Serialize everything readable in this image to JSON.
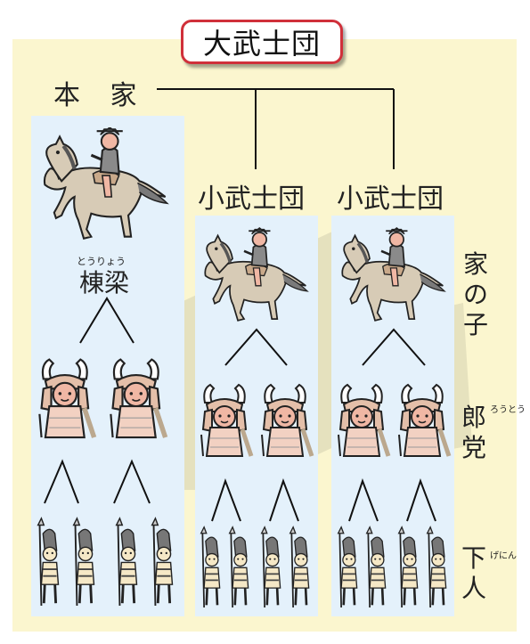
{
  "title": "大武士団",
  "honke": "本 家",
  "small_groups": [
    "小武士団",
    "小武士団"
  ],
  "touryou": {
    "kanji": "棟梁",
    "ruby": "とうりょう"
  },
  "side_labels": {
    "ienoko": "家の子",
    "routou": {
      "kanji": "郎党",
      "ruby": "ろうとう"
    },
    "genin": {
      "kanji": "下人",
      "ruby": "げにん"
    }
  },
  "icons": [
    "horse-rider-icon",
    "armored-samurai-icon",
    "foot-soldier-icon"
  ],
  "colors": {
    "background": "#fbf6cf",
    "column": "#e4f1fb",
    "title_border": "#d0303a"
  }
}
